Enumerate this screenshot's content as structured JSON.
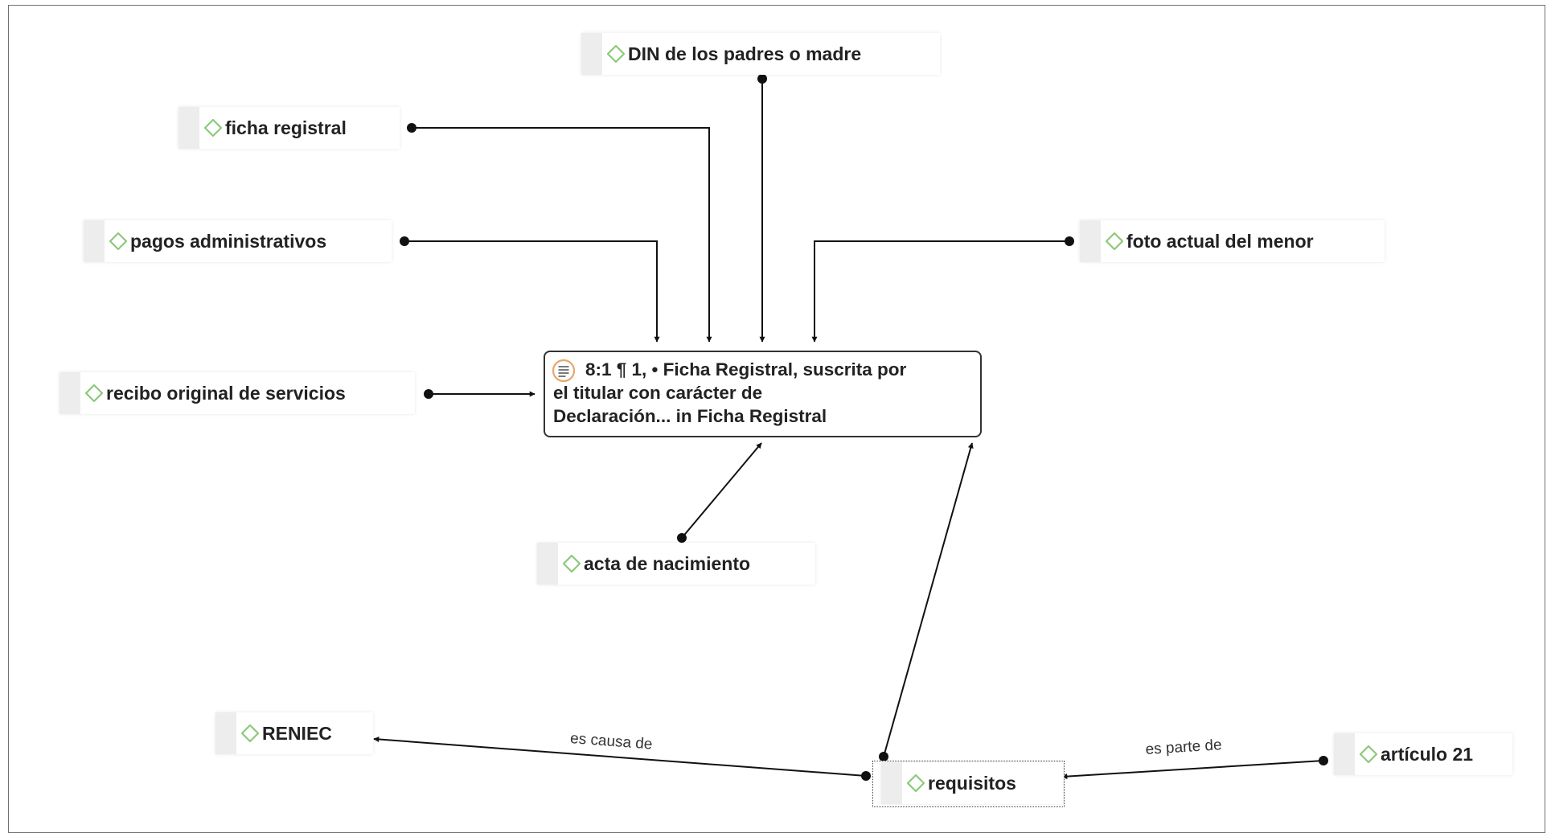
{
  "diagram": {
    "nodes": [
      {
        "id": "din",
        "label": "DIN de los padres o madre",
        "type": "code"
      },
      {
        "id": "ficha",
        "label": "ficha registral",
        "type": "code"
      },
      {
        "id": "pagos",
        "label": "pagos administrativos",
        "type": "code"
      },
      {
        "id": "foto",
        "label": "foto actual del menor",
        "type": "code"
      },
      {
        "id": "recibo",
        "label": "recibo original de servicios",
        "type": "code"
      },
      {
        "id": "acta",
        "label": "acta de nacimiento",
        "type": "code"
      },
      {
        "id": "reniec",
        "label": "RENIEC",
        "type": "code"
      },
      {
        "id": "requisitos",
        "label": "requisitos",
        "type": "code"
      },
      {
        "id": "articulo",
        "label": "artículo 21",
        "type": "code"
      }
    ],
    "quotation": {
      "line1": "8:1 ¶ 1, • Ficha Registral, suscrita por",
      "line2": "el titular con carácter de",
      "line3": "Declaración... in Ficha Registral"
    },
    "edges": [
      {
        "from": "din",
        "to": "quotation",
        "label": ""
      },
      {
        "from": "ficha",
        "to": "quotation",
        "label": ""
      },
      {
        "from": "pagos",
        "to": "quotation",
        "label": ""
      },
      {
        "from": "foto",
        "to": "quotation",
        "label": ""
      },
      {
        "from": "recibo",
        "to": "quotation",
        "label": ""
      },
      {
        "from": "acta",
        "to": "quotation",
        "label": ""
      },
      {
        "from": "requisitos",
        "to": "quotation",
        "label": ""
      },
      {
        "from": "requisitos",
        "to": "reniec",
        "label": "es causa de"
      },
      {
        "from": "articulo",
        "to": "requisitos",
        "label": "es parte de"
      }
    ]
  },
  "colors": {
    "code_icon": "#8cc97a",
    "quote_icon": "#e8a66b",
    "link": "#111111"
  },
  "icons": {
    "code": "diamond-icon",
    "quotation": "quotation-icon"
  }
}
